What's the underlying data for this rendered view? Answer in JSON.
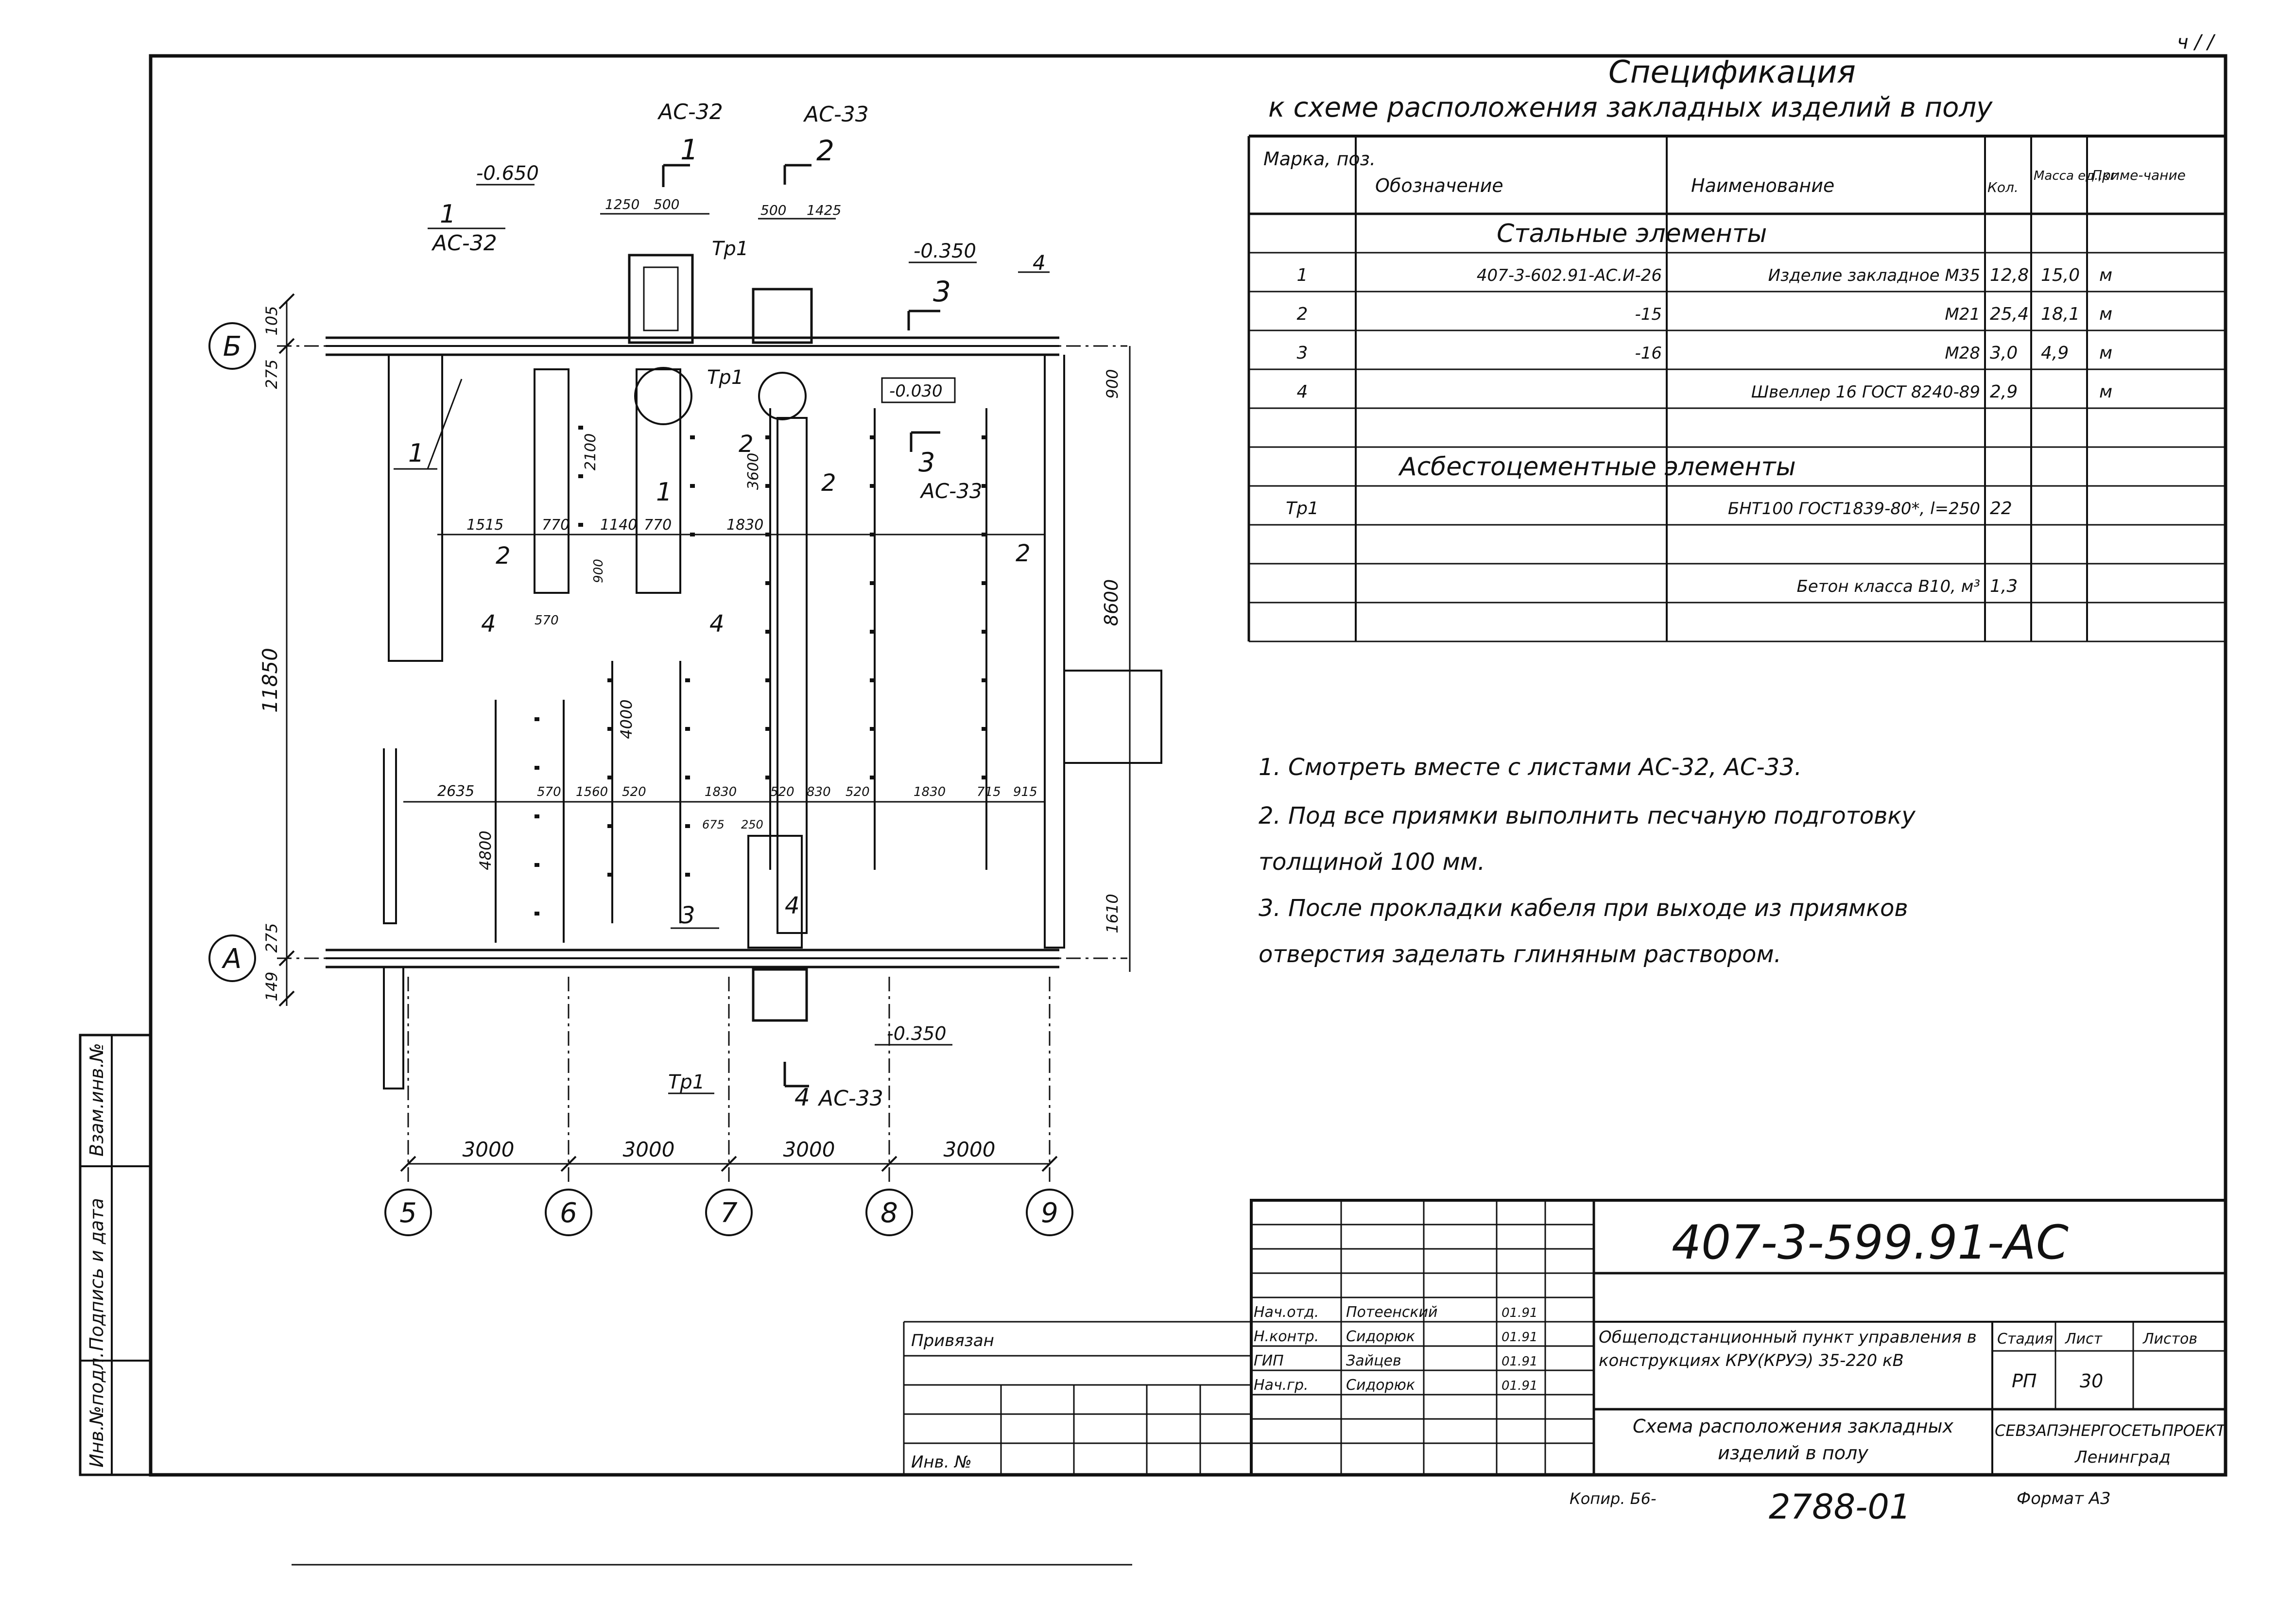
{
  "sheet": {
    "top_right_mark": "ч / /",
    "left_margin_labels": [
      "Инв.№подл.",
      "Подпись и дата",
      "Взам.инв.№"
    ],
    "copied_label": "Копир. Б6-",
    "doc_number": "2788-01",
    "format_label": "Формат А3"
  },
  "plan": {
    "section_refs": [
      {
        "num": "1",
        "sheet": "АС-32"
      },
      {
        "num": "2",
        "sheet": "АС-33"
      },
      {
        "num": "3",
        "sheet": "АС-33"
      },
      {
        "num": "4",
        "sheet": "АС-33"
      }
    ],
    "top_refs": [
      "АС-32",
      "АС-33"
    ],
    "elevations": [
      "-0.650",
      "-0.350",
      "-0.030",
      "-0.350"
    ],
    "axes_letters": [
      "Б",
      "А"
    ],
    "axes_numbers": [
      "5",
      "6",
      "7",
      "8",
      "9"
    ],
    "bay_spans": [
      "3000",
      "3000",
      "3000",
      "3000"
    ],
    "overall_dim": "11850",
    "right_dim": "8600",
    "left_dims": [
      "105",
      "275",
      "275",
      "149"
    ],
    "dim_4000": "4000",
    "dim_4800": "4800",
    "dim_3600": "3600",
    "dim_2100": "2100",
    "dim_900": "900",
    "dim_1610": "1610",
    "row1_dims": [
      "1515",
      "770",
      "1140",
      "770",
      "1830"
    ],
    "row2_dims": [
      "2635",
      "570",
      "1560",
      "520",
      "1830",
      "520",
      "830",
      "520",
      "1830",
      "715",
      "915"
    ],
    "top_dims": [
      "1250",
      "500",
      "500",
      "1425"
    ],
    "small_dims": [
      "570",
      "900",
      "675",
      "250",
      "520",
      "520"
    ],
    "tp_label": "Тр1",
    "pos_marks": [
      "1",
      "2",
      "3",
      "4"
    ]
  },
  "specification": {
    "title": "Спецификация",
    "subtitle": "к схеме расположения закладных изделий в полу",
    "headers": [
      "Марка, поз.",
      "Обозначение",
      "Наименование",
      "Кол.",
      "Масса ед.,кг",
      "Приме-чание"
    ],
    "section_steel": "Стальные элементы",
    "section_asbestos": "Асбестоцементные элементы",
    "rows": [
      [
        "1",
        "407-3-602.91-АС.И-26",
        "Изделие закладное М35",
        "12,8",
        "15,0",
        "м"
      ],
      [
        "2",
        "-15",
        "М21",
        "25,4",
        "18,1",
        "м"
      ],
      [
        "3",
        "-16",
        "М28",
        "3,0",
        "4,9",
        "м"
      ],
      [
        "4",
        "",
        "Швеллер 16 ГОСТ 8240-89",
        "2,9",
        "",
        "м"
      ],
      [
        "",
        "",
        "",
        "",
        "",
        ""
      ],
      [
        "Тр1",
        "",
        "БНТ100 ГОСТ1839-80*, l=250",
        "22",
        "",
        ""
      ],
      [
        "",
        "",
        "",
        "",
        "",
        ""
      ],
      [
        "",
        "",
        "Бетон класса В10, м³",
        "1,3",
        "",
        ""
      ]
    ]
  },
  "notes": [
    "1. Смотреть вместе с листами АС-32, АС-33.",
    "2. Под все приямки выполнить песчаную подготовку",
    "толщиной 100 мм.",
    "3. После прокладки кабеля при выходе из приямков",
    "отверстия заделать глиняным раствором."
  ],
  "title_block": {
    "code": "407-3-599.91-АС",
    "roles": [
      "Нач.отд.",
      "Н.контр.",
      "ГИП",
      "Нач.гр."
    ],
    "names": [
      "Потеенский",
      "Сидорюк",
      "Зайцев",
      "Сидорюк"
    ],
    "sign_dates": [
      "01.91",
      "01.91",
      "01.91",
      "01.91"
    ],
    "project_name": "Общеподстанционный пункт управления в конструкциях КРУ(КРУЭ) 35-220 кВ",
    "sheet_title": "Схема расположения закладных изделий в полу",
    "stage_headers": [
      "Стадия",
      "Лист",
      "Листов"
    ],
    "stage_values": [
      "РП",
      "30",
      ""
    ],
    "organization": "СЕВЗАПЭНЕРГОСЕТЬПРОЕКТ",
    "city": "Ленинград",
    "applied_label": "Привязан",
    "inv_label": "Инв. №"
  }
}
